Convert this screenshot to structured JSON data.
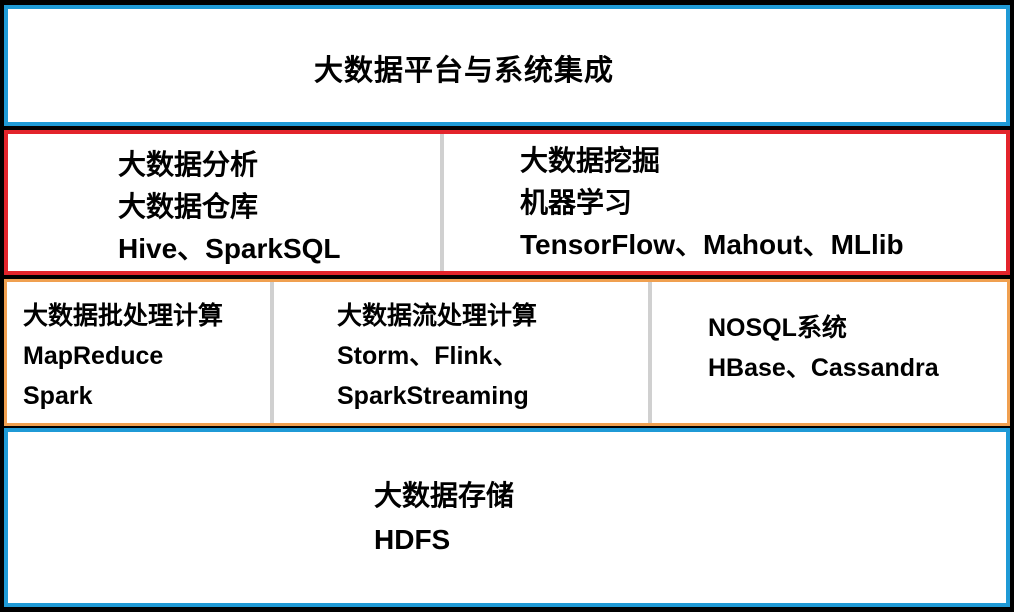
{
  "platform": {
    "title": "大数据平台与系统集成"
  },
  "analytics": {
    "left": {
      "lines": [
        "大数据分析",
        "大数据仓库",
        "Hive、SparkSQL"
      ]
    },
    "right": {
      "lines": [
        "大数据挖掘",
        "机器学习",
        "TensorFlow、Mahout、MLlib"
      ]
    }
  },
  "compute": {
    "batch": {
      "lines": [
        "大数据批处理计算",
        "MapReduce",
        "Spark"
      ]
    },
    "stream": {
      "lines": [
        "大数据流处理计算",
        "Storm、Flink、",
        "SparkStreaming"
      ]
    },
    "nosql": {
      "lines": [
        "NOSQL系统",
        "HBase、Cassandra"
      ]
    }
  },
  "storage": {
    "lines": [
      "大数据存储",
      "HDFS"
    ]
  },
  "colors": {
    "outer_background": "#000000",
    "blue_border": "#1f9ad6",
    "red_border": "#e3242b",
    "orange_border": "#f0a050",
    "divider": "#d0d0d0"
  }
}
